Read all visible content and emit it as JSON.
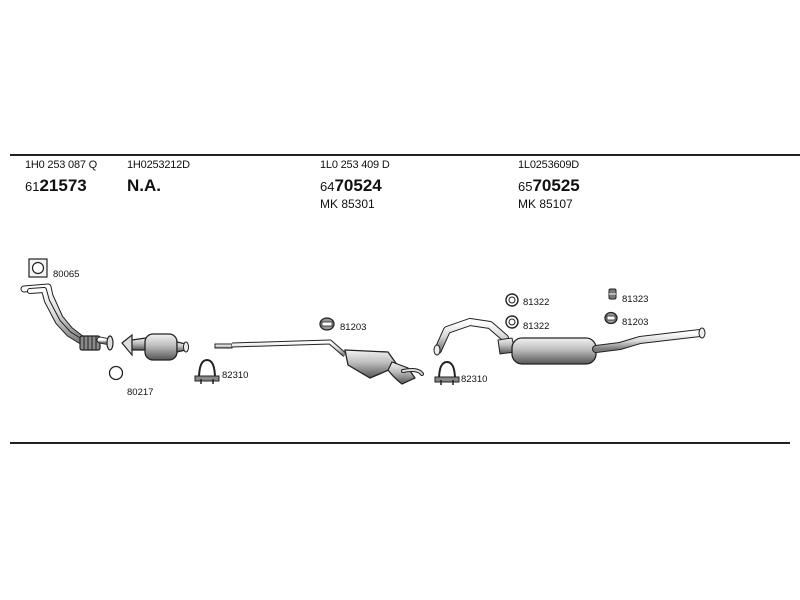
{
  "parts": [
    {
      "oe": "1H0 253 087 Q",
      "num_prefix": "61",
      "num_main": "21573",
      "mk": ""
    },
    {
      "oe": "1H0253212D",
      "num_prefix": "",
      "num_main": "N.A.",
      "mk": ""
    },
    {
      "oe": "1L0 253 409 D",
      "num_prefix": "64",
      "num_main": "70524",
      "mk": "MK  85301"
    },
    {
      "oe": "1L0253609D",
      "num_prefix": "65",
      "num_main": "70525",
      "mk": "MK  85107"
    }
  ],
  "callouts": {
    "gasket_front": "80065",
    "ring_cat": "80217",
    "clamp_front": "82310",
    "hanger_mid": "81203",
    "clamp_rear": "82310",
    "ring_rear_top": "81322",
    "ring_rear_bottom": "81322",
    "hanger_rear_top": "81323",
    "hanger_rear_bottom": "81203"
  }
}
